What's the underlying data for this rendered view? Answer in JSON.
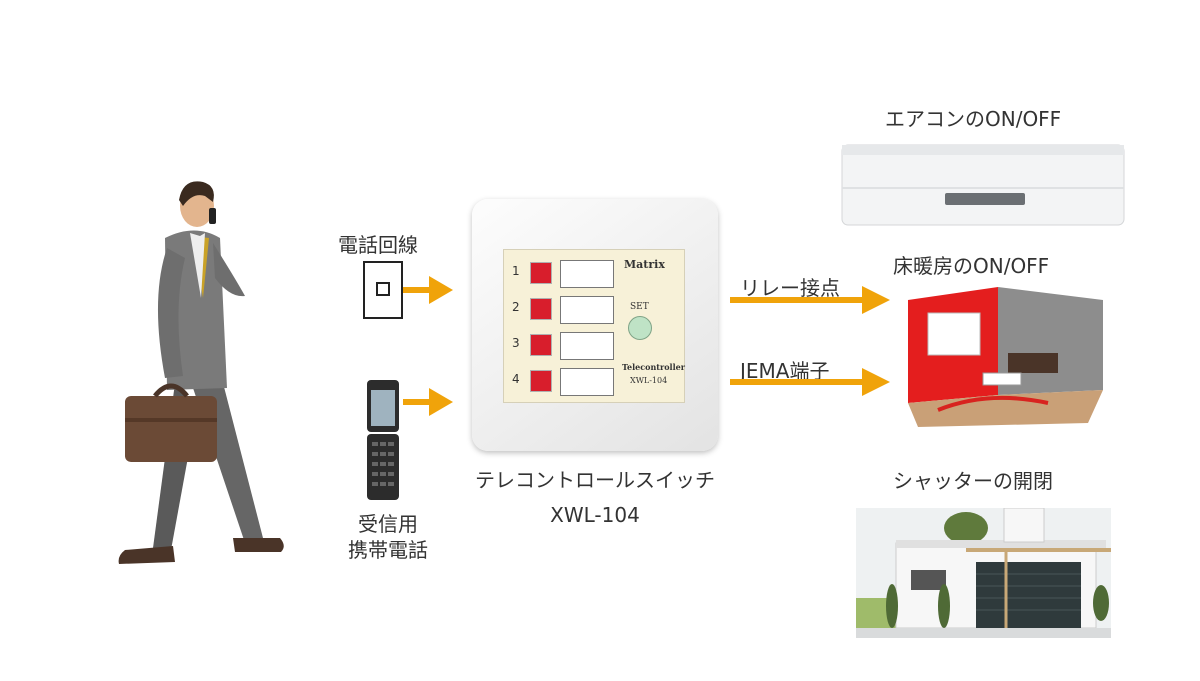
{
  "labels": {
    "phone_line": "電話回線",
    "mobile_line1": "受信用",
    "mobile_line2": "携帯電話",
    "device_name": "テレコントロールスイッチ",
    "device_model": "XWL-104",
    "relay_contact": "リレー接点",
    "jema_terminal": "JEMA端子",
    "aircon": "エアコンのON/OFF",
    "floor_heating": "床暖房のON/OFF",
    "shutter": "シャッターの開閉"
  },
  "panel": {
    "brand": "Matrix",
    "set_label": "SET",
    "product_label": "Telecontroller",
    "product_model": "XWL-104",
    "channels": [
      "1",
      "2",
      "3",
      "4"
    ]
  },
  "colors": {
    "arrow": "#f0a30a",
    "button_red": "#d81e2c",
    "heating_wall": "#e41e1e",
    "set_button": "#bfe3c6"
  }
}
